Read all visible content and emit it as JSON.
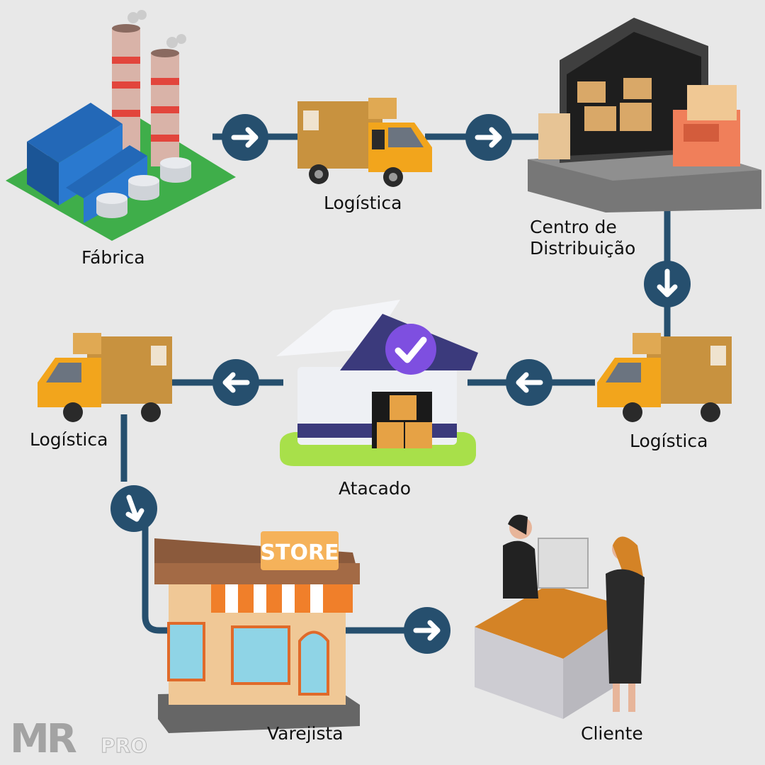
{
  "title": "Cadeia de suprimentos",
  "colors": {
    "background": "#e8e8e8",
    "connector": "#264f6e",
    "arrow": "#ffffff",
    "truck_cab": "#f2a51c",
    "box": "#c8923f",
    "factory_blue": "#2368b7",
    "factory_ground": "#3fae4a",
    "warehouse_roof": "#4a4a4a",
    "wholesale_roof": "#3b3a7c",
    "wholesale_badge": "#7e4fe0",
    "wholesale_base": "#a8e04a",
    "store_awning": "#f07f2a",
    "store_sign": "#f5b25a",
    "counter": "#d48326"
  },
  "nodes": [
    {
      "id": "fabrica",
      "label": "Fábrica",
      "icon": "factory-icon"
    },
    {
      "id": "logistica-1",
      "label": "Logística",
      "icon": "truck-icon"
    },
    {
      "id": "centro-distribuicao",
      "label_lines": [
        "Centro de",
        "Distribuição"
      ],
      "icon": "distribution-center-icon"
    },
    {
      "id": "logistica-2",
      "label": "Logística",
      "icon": "truck-icon"
    },
    {
      "id": "atacado",
      "label": "Atacado",
      "icon": "wholesale-icon"
    },
    {
      "id": "logistica-3",
      "label": "Logística",
      "icon": "truck-icon"
    },
    {
      "id": "varejista",
      "label": "Varejista",
      "icon": "store-icon",
      "sign_text": "STORE"
    },
    {
      "id": "cliente",
      "label": "Cliente",
      "icon": "customer-counter-icon"
    }
  ],
  "edges": [
    {
      "from": "fabrica",
      "to": "logistica-1",
      "direction": "right"
    },
    {
      "from": "logistica-1",
      "to": "centro-distribuicao",
      "direction": "right"
    },
    {
      "from": "centro-distribuicao",
      "to": "logistica-2",
      "direction": "down"
    },
    {
      "from": "logistica-2",
      "to": "atacado",
      "direction": "left"
    },
    {
      "from": "atacado",
      "to": "logistica-3",
      "direction": "left"
    },
    {
      "from": "logistica-3",
      "to": "varejista",
      "direction": "down-right"
    },
    {
      "from": "varejista",
      "to": "cliente",
      "direction": "right"
    }
  ],
  "watermark": {
    "text_main": "MR",
    "text_sub": "PRO"
  }
}
